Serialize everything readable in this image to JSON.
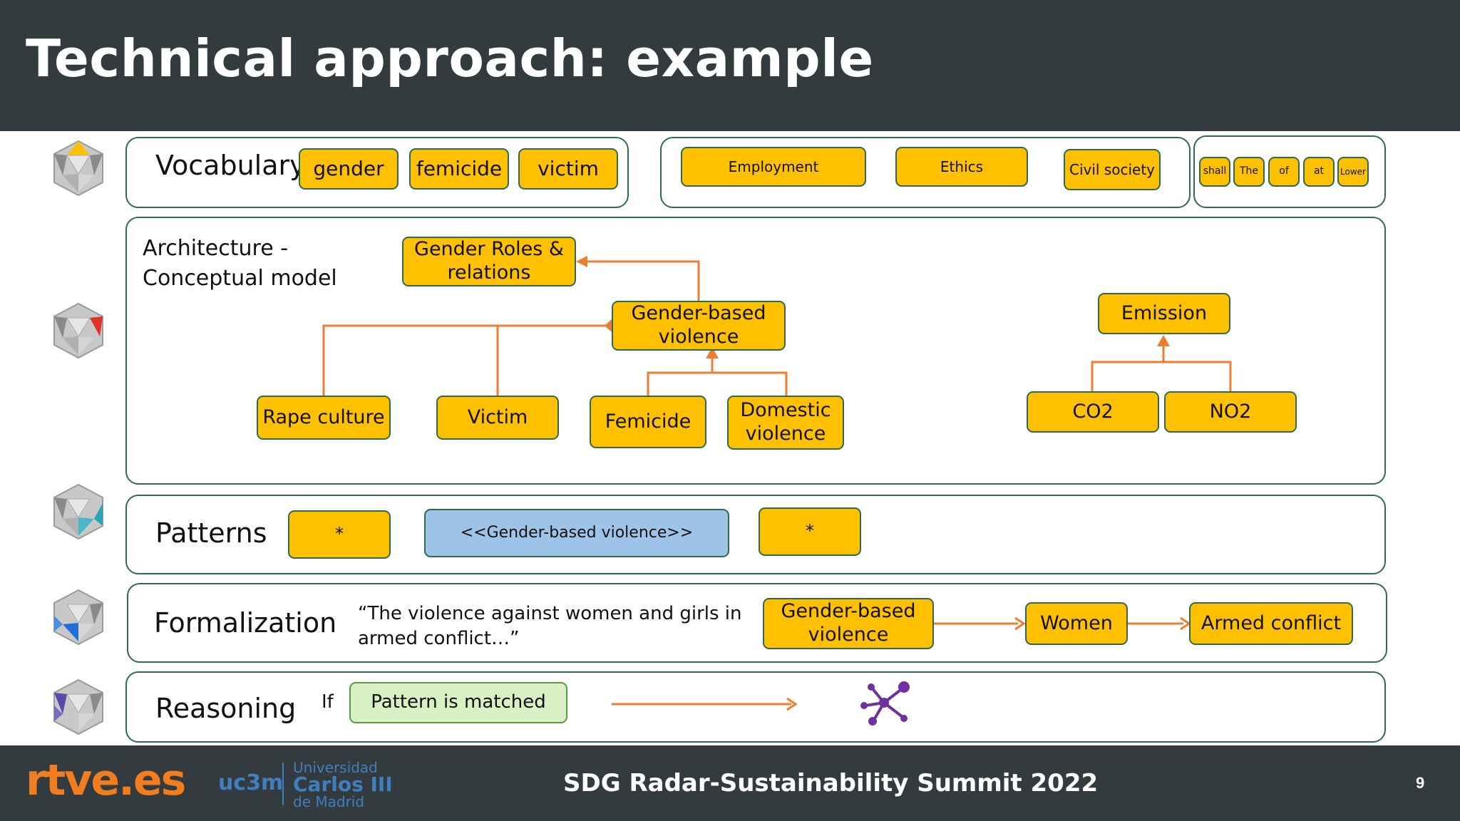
{
  "slide": {
    "title": "Technical approach: example",
    "footer_text": "SDG Radar-Sustainability Summit 2022",
    "page_number": "9",
    "logo_rtve": "rtve.es",
    "logo_uc3m": "uc3m",
    "logo_university": [
      "Universidad",
      "Carlos III",
      "de Madrid"
    ]
  },
  "vocabulary": {
    "label": "Vocabulary",
    "terms": [
      "gender",
      "femicide",
      "victim"
    ],
    "other_terms": [
      "Employment",
      "Ethics",
      "Civil society"
    ],
    "stopwords": [
      "shall",
      "The",
      "of",
      "at",
      "Lower"
    ]
  },
  "architecture": {
    "label_line1": "Architecture -",
    "label_line2": "Conceptual model",
    "gender_roles_line1": "Gender Roles &",
    "gender_roles_line2": "relations",
    "gbv_line1": "Gender-based",
    "gbv_line2": "violence",
    "rape_culture": "Rape culture",
    "victim": "Victim",
    "femicide": "Femicide",
    "domestic_line1": "Domestic",
    "domestic_line2": "violence",
    "emission": "Emission",
    "co2": "CO2",
    "no2": "NO2"
  },
  "patterns": {
    "label": "Patterns",
    "left": "*",
    "center": "<<Gender-based violence>>",
    "right": "*"
  },
  "formalization": {
    "label": "Formalization",
    "quote_line1": "“The violence against women and girls in",
    "quote_line2": "armed conflict…”",
    "node1_line1": "Gender-based",
    "node1_line2": "violence",
    "node2": "Women",
    "node3": "Armed conflict"
  },
  "reasoning": {
    "label": "Reasoning",
    "if_text": "If",
    "condition": "Pattern is matched"
  },
  "colors": {
    "header_bg": "#343b3e",
    "node_fill": "#ffc000",
    "node_border": "#2e6b4e",
    "arrow": "#ed7d31",
    "pattern_blue": "#9dc3e6",
    "condition_green": "#d9f0c4",
    "graph_icon": "#7030a0"
  }
}
